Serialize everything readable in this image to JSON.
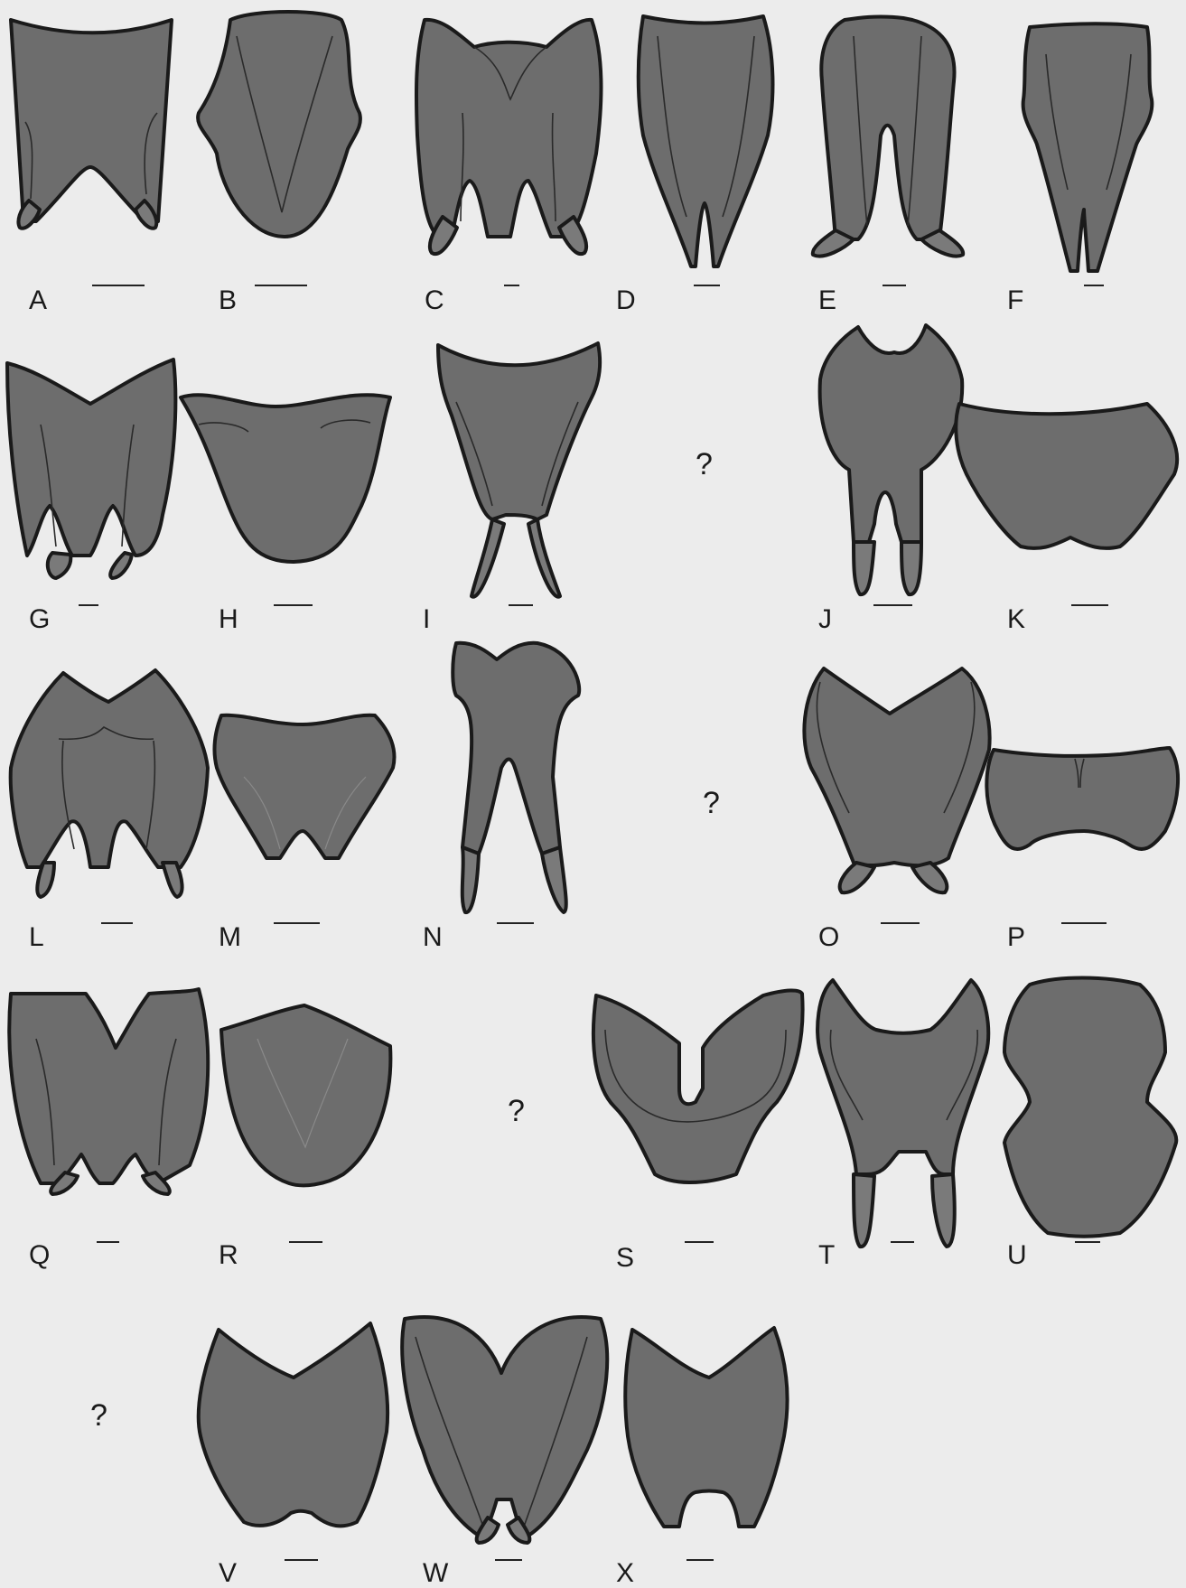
{
  "figure": {
    "panels": [
      {
        "id": "A",
        "label": "A"
      },
      {
        "id": "B",
        "label": "B"
      },
      {
        "id": "C",
        "label": "C"
      },
      {
        "id": "D",
        "label": "D"
      },
      {
        "id": "E",
        "label": "E"
      },
      {
        "id": "F",
        "label": "F"
      },
      {
        "id": "G",
        "label": "G"
      },
      {
        "id": "H",
        "label": "H"
      },
      {
        "id": "I",
        "label": "I"
      },
      {
        "id": "J",
        "label": "J"
      },
      {
        "id": "K",
        "label": "K"
      },
      {
        "id": "L",
        "label": "L"
      },
      {
        "id": "M",
        "label": "M"
      },
      {
        "id": "N",
        "label": "N"
      },
      {
        "id": "O",
        "label": "O"
      },
      {
        "id": "P",
        "label": "P"
      },
      {
        "id": "Q",
        "label": "Q"
      },
      {
        "id": "R",
        "label": "R"
      },
      {
        "id": "S",
        "label": "S"
      },
      {
        "id": "T",
        "label": "T"
      },
      {
        "id": "U",
        "label": "U"
      },
      {
        "id": "V",
        "label": "V"
      },
      {
        "id": "W",
        "label": "W"
      },
      {
        "id": "X",
        "label": "X"
      }
    ],
    "unknown_marks": [
      "?",
      "?",
      "?",
      "?"
    ],
    "colors": {
      "background": "#ececec",
      "fill": "#6d6d6d",
      "outline": "#1a1a1a"
    }
  }
}
